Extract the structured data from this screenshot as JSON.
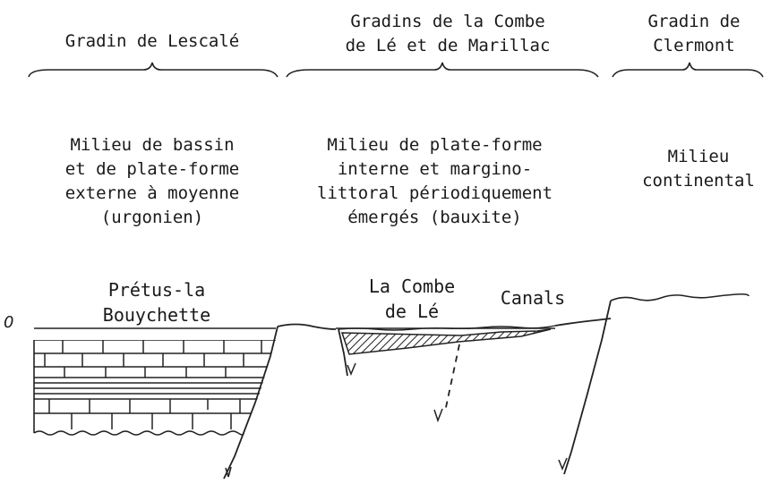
{
  "headers": {
    "lescale": "Gradin de Lescalé",
    "combe_marillac": "Gradins de la Combe\nde Lé et de Marillac",
    "clermont": "Gradin de\nClermont"
  },
  "environments": {
    "basin": "Milieu de bassin\net de plate-forme\nexterne à moyenne\n(urgonien)",
    "platform": "Milieu de plate-forme\ninterne et margino-\nlittoral périodiquement\némergés (bauxite)",
    "continental": "Milieu\ncontinental"
  },
  "locations": {
    "pretus": "Prétus-la\nBouychette",
    "combe": "La Combe\nde Lé",
    "canals": "Canals"
  },
  "datum_label": "0"
}
